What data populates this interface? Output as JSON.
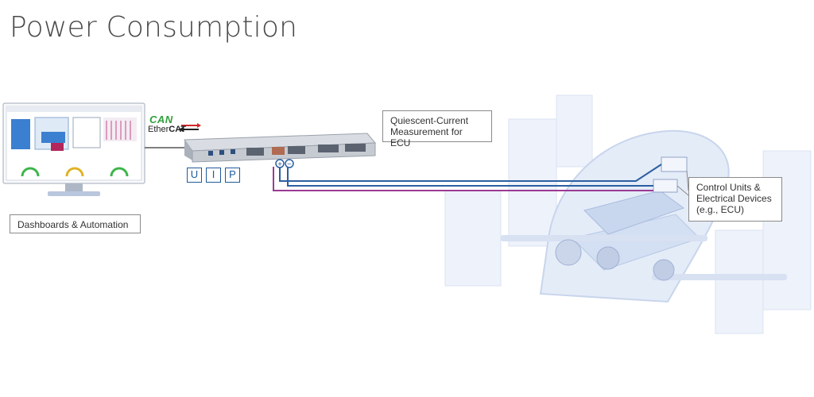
{
  "title": "Power Consumption",
  "labels": {
    "dashboards": "Dashboards & Automation",
    "quiescent_line1": "Quiescent-Current",
    "quiescent_line2": "Measurement for ECU",
    "control_line1": "Control Units &",
    "control_line2": "Electrical Devices",
    "control_line3": "(e.g., ECU)"
  },
  "protocols": {
    "can": "CAN",
    "ethercat_prefix": "Ether",
    "ethercat_suffix": "CAT"
  },
  "measurements": [
    "U",
    "I",
    "P"
  ],
  "terminals": {
    "plus": "+",
    "minus": "−"
  },
  "colors": {
    "wire_blue": "#2c5fa0",
    "wire_purple": "#9b3a95",
    "box_blue": "#1f5a9c",
    "can_green": "#2f9f3a",
    "vehicle_tint": "#dfe8f6"
  }
}
